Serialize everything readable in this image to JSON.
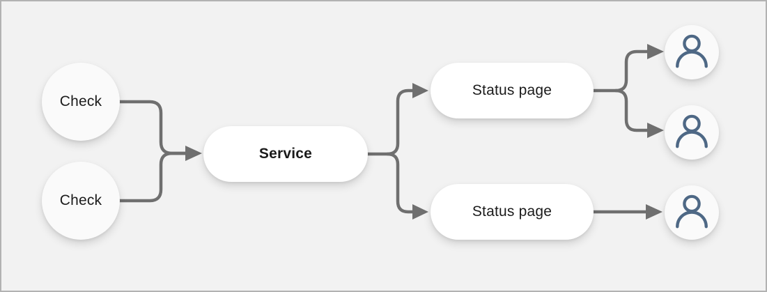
{
  "diagram": {
    "nodes": {
      "check1": {
        "label": "Check",
        "shape": "circle"
      },
      "check2": {
        "label": "Check",
        "shape": "circle"
      },
      "service": {
        "label": "Service",
        "shape": "pill",
        "emphasis": "bold"
      },
      "status_page1": {
        "label": "Status page",
        "shape": "pill"
      },
      "status_page2": {
        "label": "Status page",
        "shape": "pill"
      },
      "user1": {
        "icon": "user-icon"
      },
      "user2": {
        "icon": "user-icon"
      },
      "user3": {
        "icon": "user-icon"
      }
    },
    "edges": [
      {
        "from": "check1",
        "to": "service"
      },
      {
        "from": "check2",
        "to": "service"
      },
      {
        "from": "service",
        "to": "status_page1"
      },
      {
        "from": "service",
        "to": "status_page2"
      },
      {
        "from": "status_page1",
        "to": "user1"
      },
      {
        "from": "status_page1",
        "to": "user2"
      },
      {
        "from": "status_page2",
        "to": "user3"
      }
    ],
    "colors": {
      "background": "#f2f2f2",
      "border": "#b2b2b2",
      "pill_fill": "#ffffff",
      "circle_fill": "#fafafa",
      "connector": "#6f6f6f",
      "text": "#1b1b1b",
      "user_icon": "#4e6885"
    }
  }
}
